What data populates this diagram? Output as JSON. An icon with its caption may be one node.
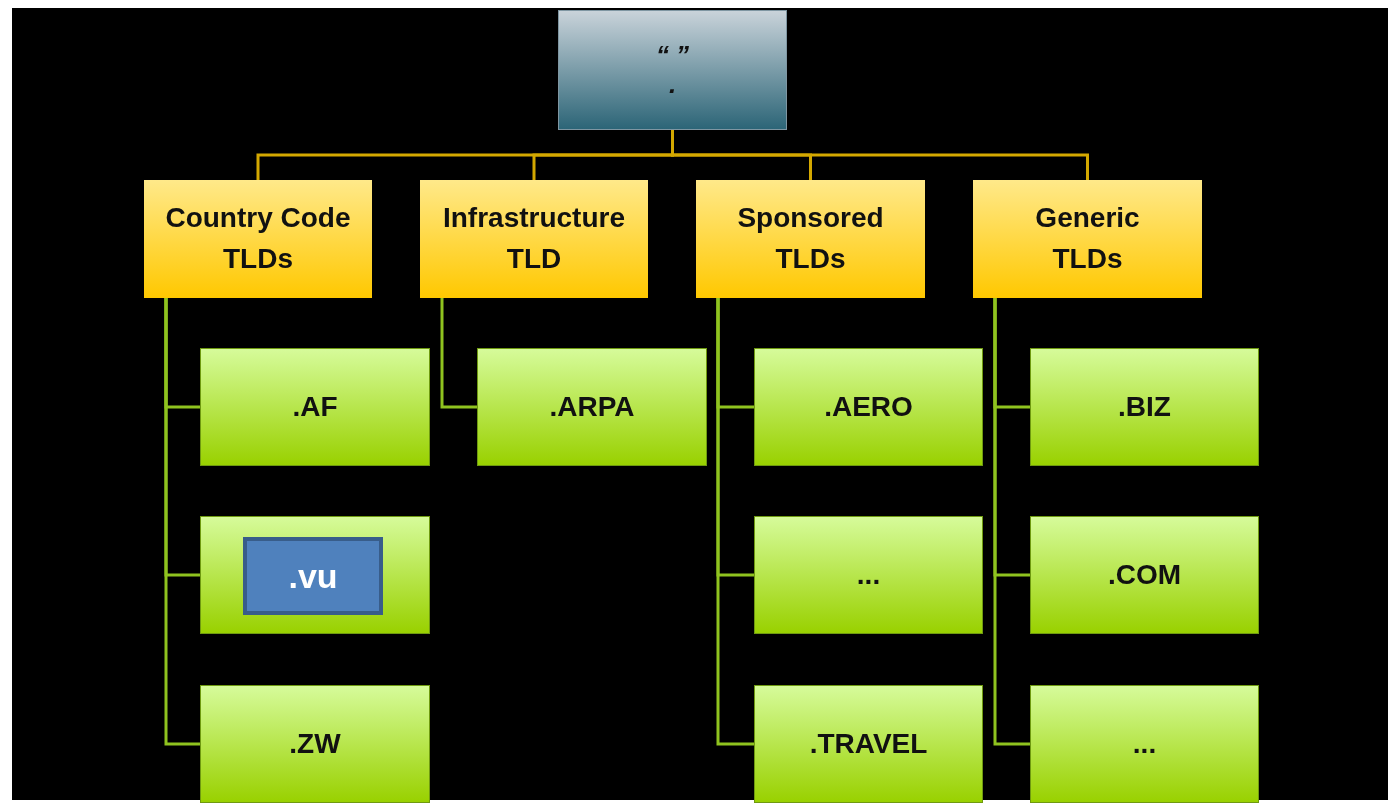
{
  "diagram": {
    "nodes": [
      {
        "text": [
          "“ ” ."
        ]
      },
      {
        "text": [
          "Country Code TLDs"
        ]
      },
      {
        "text": [
          "Infrastructure TLD"
        ]
      },
      {
        "text": [
          "Sponsored TLDs"
        ]
      },
      {
        "text": [
          "Generic TLDs"
        ]
      },
      {
        "text": [
          ".AF"
        ]
      },
      {
        "text": [],
        "shape": "box"
      },
      {
        "text": [
          ".vu"
        ],
        "in": 6
      },
      {
        "text": [
          ".ZW"
        ]
      },
      {
        "text": [
          ".ARPA"
        ]
      },
      {
        "text": [
          ".AERO"
        ]
      },
      {
        "text": [
          "..."
        ]
      },
      {
        "text": [
          ".TRAVEL"
        ]
      },
      {
        "text": [
          ".BIZ"
        ]
      },
      {
        "text": [
          ".COM"
        ]
      },
      {
        "text": [
          "..."
        ]
      }
    ],
    "edges": [
      {
        "from": 0,
        "to": 1,
        "arrow": "none",
        "color": "#d4a800"
      },
      {
        "from": 0,
        "to": 2,
        "arrow": "none",
        "color": "#d4a800"
      },
      {
        "from": 0,
        "to": 3,
        "arrow": "none",
        "color": "#d4a800"
      },
      {
        "from": 0,
        "to": 4,
        "arrow": "none",
        "color": "#d4a800"
      },
      {
        "from": 1,
        "to": 5,
        "arrow": "none"
      },
      {
        "from": 1,
        "to": 6,
        "arrow": "none"
      },
      {
        "from": 1,
        "to": 8,
        "arrow": "none"
      },
      {
        "from": 2,
        "to": 9,
        "arrow": "none"
      },
      {
        "from": 3,
        "to": 10,
        "arrow": "none"
      },
      {
        "from": 3,
        "to": 11,
        "arrow": "none"
      },
      {
        "from": 3,
        "to": 12,
        "arrow": "none"
      },
      {
        "from": 4,
        "to": 13,
        "arrow": "none"
      },
      {
        "from": 4,
        "to": 14,
        "arrow": "none"
      },
      {
        "from": 4,
        "to": 15,
        "arrow": "none"
      }
    ]
  }
}
